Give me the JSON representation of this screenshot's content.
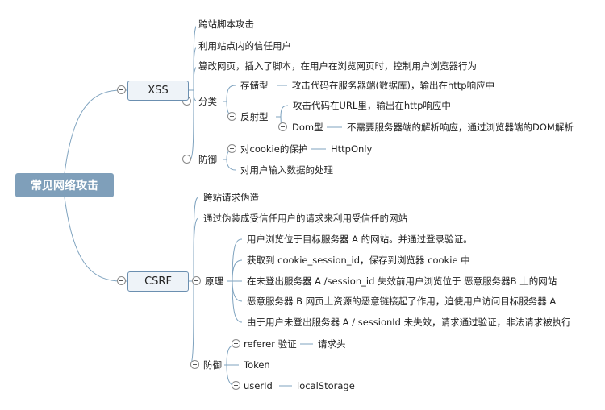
{
  "root": {
    "label": "常见网络攻击"
  },
  "xss": {
    "label": "XSS",
    "items": [
      "跨站脚本攻击",
      "利用站点内的信任用户",
      "篡改网页，插入了脚本，在用户在浏览网页时，控制用户浏览器行为"
    ],
    "classify": {
      "label": "分类",
      "stored": {
        "label": "存储型",
        "desc": "攻击代码在服务器端(数据库)，输出在http响应中"
      },
      "reflected": {
        "label": "反射型",
        "desc": "攻击代码在URL里，输出在http响应中",
        "dom": {
          "label": "Dom型",
          "desc": "不需要服务器端的解析响应，通过浏览器端的DOM解析"
        }
      }
    },
    "defense": {
      "label": "防御",
      "cookie": {
        "label": "对cookie的保护",
        "desc": "HttpOnly"
      },
      "input": "对用户输入数据的处理"
    }
  },
  "csrf": {
    "label": "CSRF",
    "items": [
      "跨站请求伪造",
      "通过伪装成受信任用户的请求来利用受信任的网站"
    ],
    "principle": {
      "label": "原理",
      "steps": [
        "用户浏览位于目标服务器 A 的网站。并通过登录验证。",
        "获取到 cookie_session_id，保存到浏览器 cookie 中",
        "在未登出服务器 A /session_id 失效前用户浏览位于 恶意服务器B 上的网站",
        "恶意服务器 B 网页上资源的恶意链接起了作用，迫使用户访问目标服务器 A",
        "由于用户未登出服务器 A / sessionId 未失效，请求通过验证，非法请求被执行"
      ]
    },
    "defense": {
      "label": "防御",
      "referer": {
        "label": "referer 验证",
        "desc": "请求头"
      },
      "token": "Token",
      "userid": {
        "label": "userId",
        "desc": "localStorage"
      }
    }
  },
  "colors": {
    "root_bg": "#7f9fba",
    "line": "#7fa3bf",
    "node_border": "#6b8fb0"
  }
}
